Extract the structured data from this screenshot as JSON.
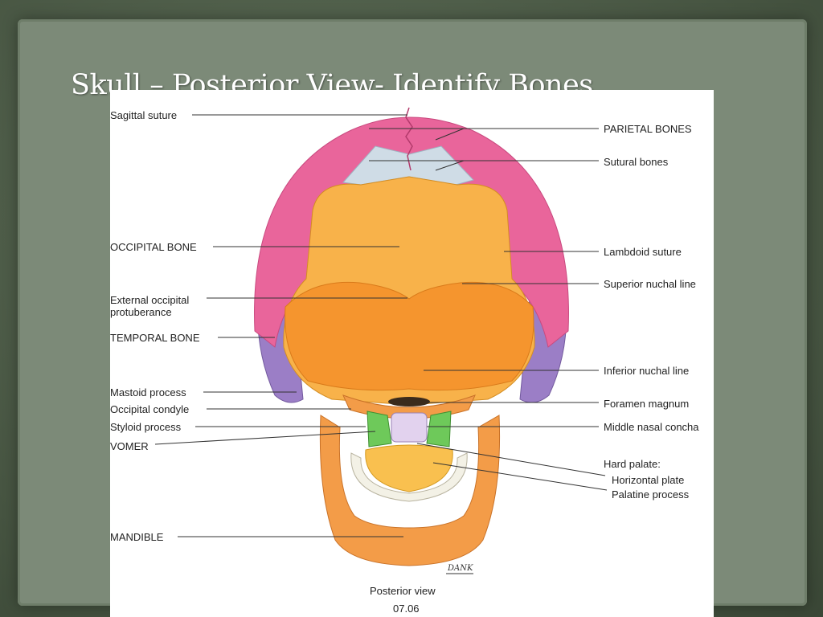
{
  "slide": {
    "title": "Skull – Posterior View- Identify Bones"
  },
  "figure": {
    "signature": "DANK",
    "caption": "Posterior view",
    "figure_number": "07.06"
  },
  "labels_left": {
    "sagittal_suture": "Sagittal suture",
    "occipital_bone": "OCCIPITAL BONE",
    "ext_occipital_1": "External occipital",
    "ext_occipital_2": "protuberance",
    "temporal_bone": "TEMPORAL BONE",
    "mastoid_process": "Mastoid process",
    "occipital_condyle": "Occipital condyle",
    "styloid_process": "Styloid process",
    "vomer": "VOMER",
    "mandible": "MANDIBLE"
  },
  "labels_right": {
    "parietal_bones": "PARIETAL BONES",
    "sutural_bones": "Sutural bones",
    "lambdoid_suture": "Lambdoid suture",
    "superior_nuchal_line": "Superior nuchal line",
    "inferior_nuchal_line": "Inferior nuchal line",
    "foramen_magnum": "Foramen magnum",
    "middle_nasal_concha": "Middle nasal concha",
    "hard_palate": "Hard palate:",
    "horizontal_plate": "Horizontal plate",
    "palatine_process": "Palatine process"
  },
  "colors": {
    "parietal": "#e9659b",
    "occipital": "#f8b24a",
    "temporal": "#9b7ec6",
    "mandible": "#f39c48",
    "sutural": "#cfdce6",
    "vomer": "#6ec95a"
  }
}
